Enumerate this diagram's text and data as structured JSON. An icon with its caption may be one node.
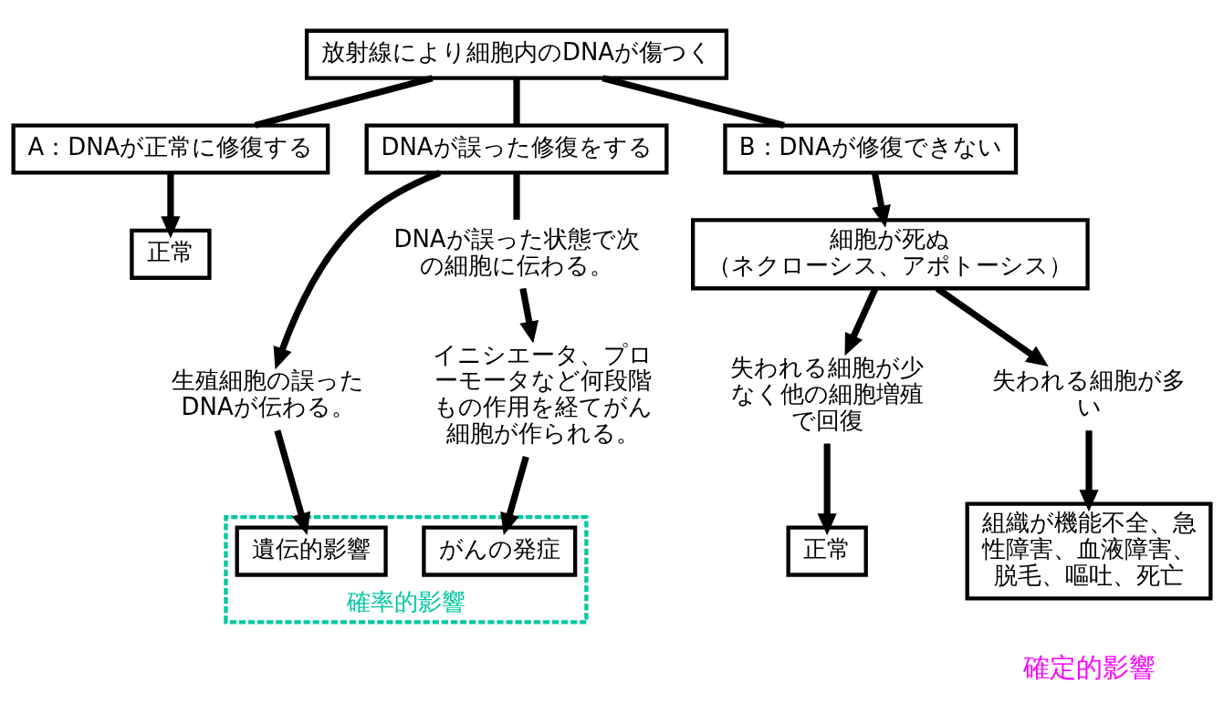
{
  "diagram": {
    "nodes": [
      {
        "text": [
          "放射線により細胞内のDNAが傷つく"
        ]
      },
      {
        "text": [
          "A：DNAが正常に修復する"
        ]
      },
      {
        "text": [
          "DNAが誤った修復をする"
        ]
      },
      {
        "text": [
          "B：DNAが修復できない"
        ]
      },
      {
        "text": [
          "正常"
        ]
      },
      {
        "text": [
          "DNAが誤った状態で次の細胞に伝わる。"
        ]
      },
      {
        "text": [
          "生殖細胞の誤ったDNAが伝わる。"
        ]
      },
      {
        "text": [
          "イニシエータ、プローモータなど何段階もの作用を経てがん細胞が作られる。"
        ]
      },
      {
        "text": [
          "確率的影響"
        ]
      },
      {
        "text": [
          "遺伝的影響"
        ],
        "in": 8
      },
      {
        "text": [
          "がんの発症"
        ],
        "in": 8
      },
      {
        "text": [
          "細胞が死ぬ",
          "（ネクローシス、アポトーシス）"
        ]
      },
      {
        "text": [
          "失われる細胞が少なく他の細胞増殖で回復"
        ]
      },
      {
        "text": [
          "失われる細胞が多い"
        ]
      },
      {
        "text": [
          "正常"
        ]
      },
      {
        "text": [
          "組織が機能不全、急性障害、血液障害、脱毛、嘔吐、死亡"
        ]
      }
    ],
    "edges": [
      {
        "from": 0,
        "to": 1,
        "arrow": "none"
      },
      {
        "from": 0,
        "to": 2,
        "arrow": "none"
      },
      {
        "from": 0,
        "to": 3,
        "arrow": "none"
      },
      {
        "from": 1,
        "to": 4,
        "arrow": "to"
      },
      {
        "from": 2,
        "to": 6,
        "arrow": "to"
      },
      {
        "from": 2,
        "to": 5,
        "arrow": "none"
      },
      {
        "from": 5,
        "to": 7,
        "arrow": "to"
      },
      {
        "from": 6,
        "to": 9,
        "arrow": "to"
      },
      {
        "from": 7,
        "to": 10,
        "arrow": "to"
      },
      {
        "from": 3,
        "to": 11,
        "arrow": "to"
      },
      {
        "from": 11,
        "to": 12,
        "arrow": "to"
      },
      {
        "from": 11,
        "to": 13,
        "arrow": "to"
      },
      {
        "from": 12,
        "to": 14,
        "arrow": "to"
      },
      {
        "from": 13,
        "to": 15,
        "arrow": "to"
      }
    ],
    "labels": [
      "確定的影響"
    ]
  }
}
